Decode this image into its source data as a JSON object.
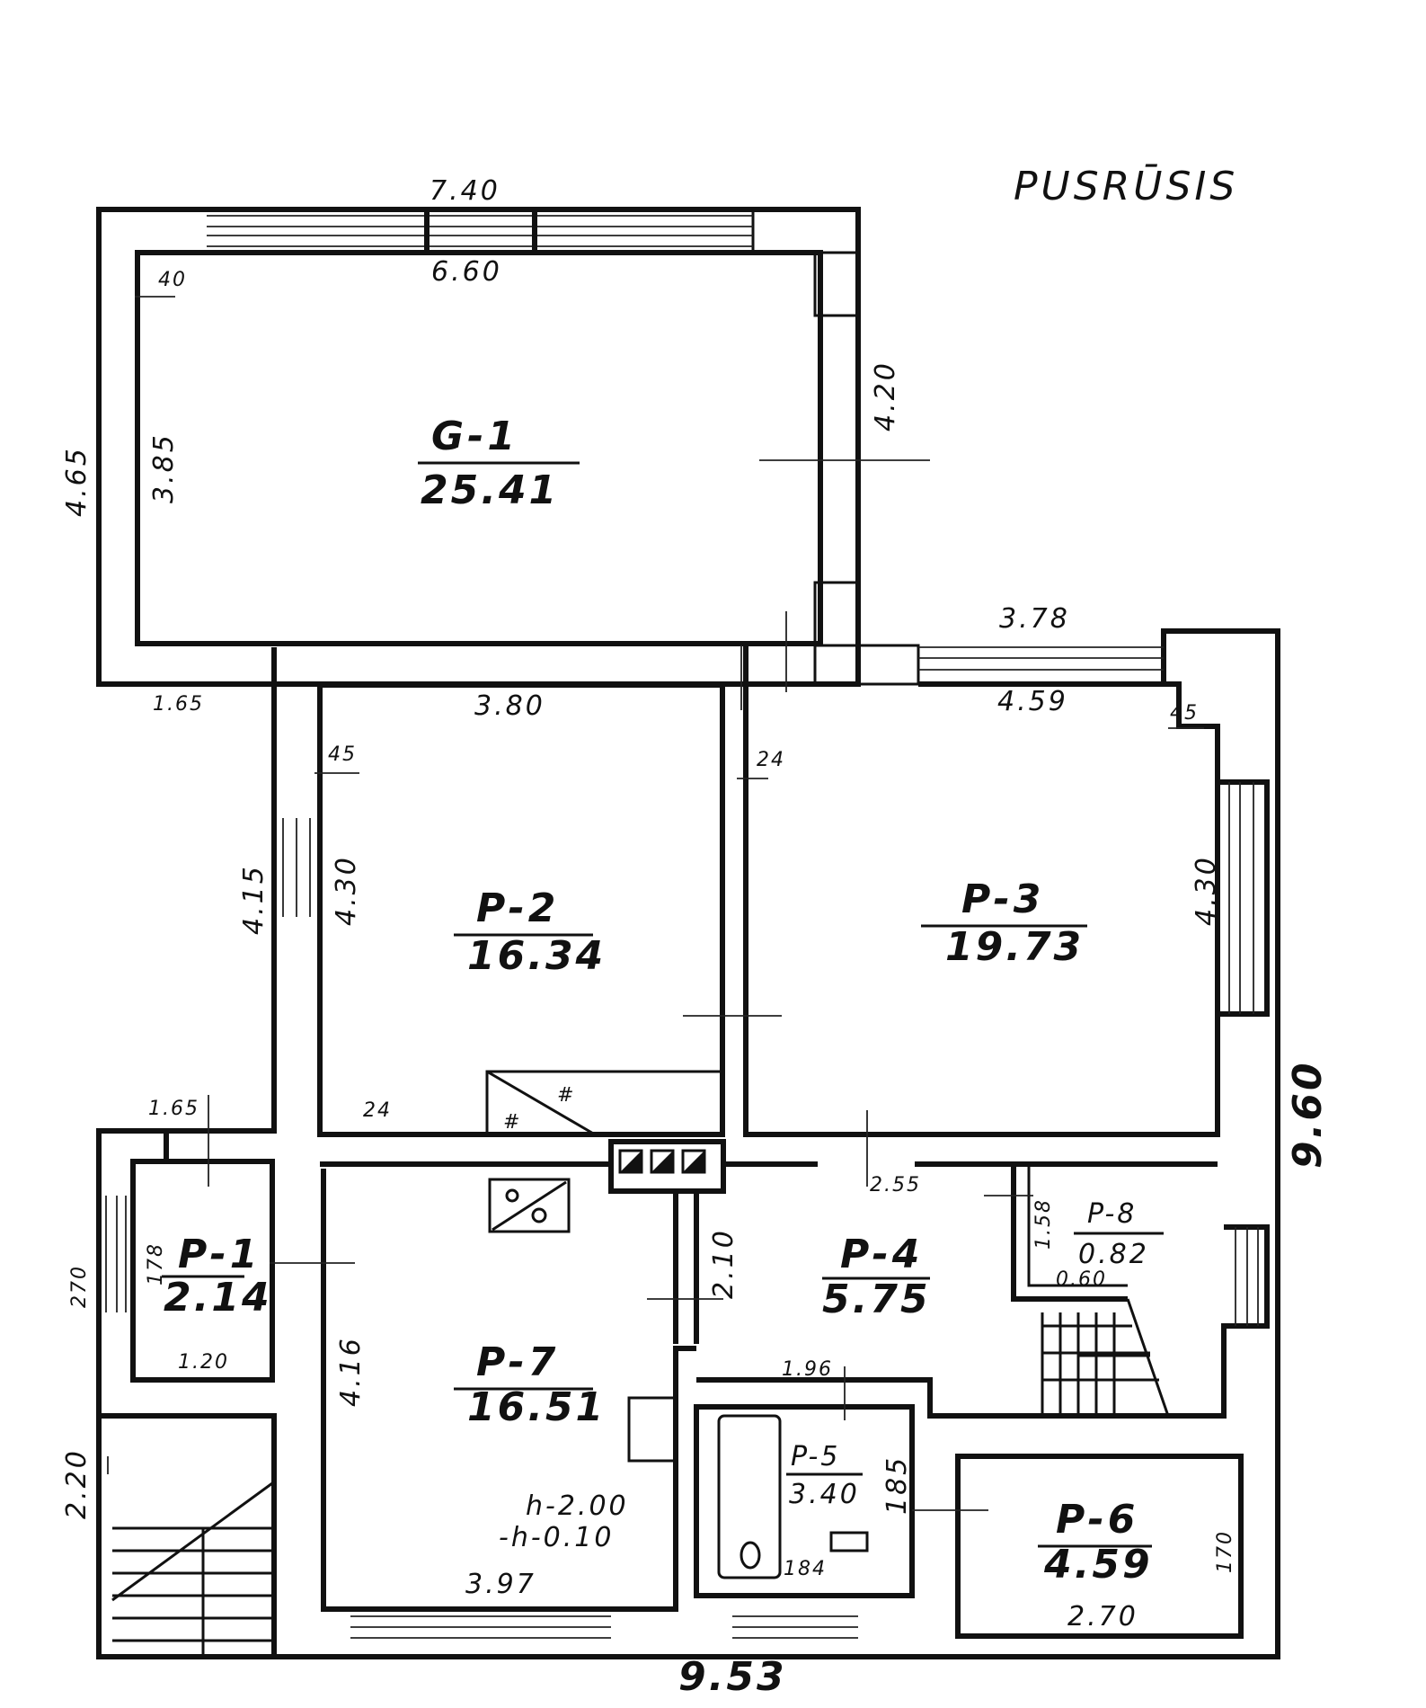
{
  "title": "PUSRŪSIS",
  "rooms": {
    "g1": {
      "code": "G-1",
      "area": "25.41"
    },
    "p1": {
      "code": "P-1",
      "area": "2.14"
    },
    "p2": {
      "code": "P-2",
      "area": "16.34"
    },
    "p3": {
      "code": "P-3",
      "area": "19.73"
    },
    "p4": {
      "code": "P-4",
      "area": "5.75"
    },
    "p5": {
      "code": "P-5",
      "area": "3.40"
    },
    "p6": {
      "code": "P-6",
      "area": "4.59"
    },
    "p7": {
      "code": "P-7",
      "area": "16.51"
    },
    "p8": {
      "code": "P-8",
      "area": "0.82"
    }
  },
  "dims": {
    "d740": "7.40",
    "d660": "6.60",
    "d40": "40",
    "d465": "4.65",
    "d385": "3.85",
    "d420": "4.20",
    "d165a": "1.65",
    "d380": "3.80",
    "d45a": "45",
    "d24a": "24",
    "d378": "3.78",
    "d459": "4.59",
    "d45b": "45",
    "d415": "4.15",
    "d430a": "4.30",
    "d430b": "4.30",
    "d960": "9.60",
    "d165b": "1.65",
    "d24b": "24",
    "d255": "2.55",
    "d270a": "270",
    "d178": "178",
    "d120": "1.20",
    "d210": "2.10",
    "d158": "1.58",
    "d060": "0.60",
    "d416": "4.16",
    "d196": "1.96",
    "d185": "185",
    "d220": "2.20",
    "d170": "170",
    "d184": "184",
    "d397": "3.97",
    "d270b": "2.70",
    "d953": "9.53"
  },
  "levels": {
    "l1": "h-2.00",
    "l2": "-h-0.10"
  }
}
